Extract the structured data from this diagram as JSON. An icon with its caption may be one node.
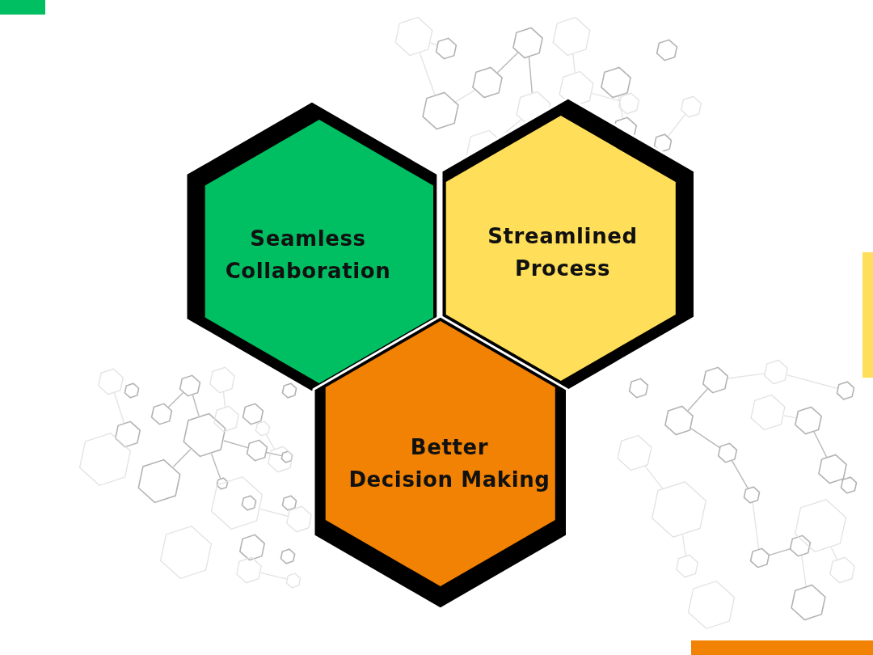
{
  "diagram": {
    "nodes": [
      {
        "text": [
          "Seamless Collaboration"
        ]
      },
      {
        "text": [
          "Streamlined Process"
        ]
      },
      {
        "text": [
          "Better Decision Making"
        ]
      }
    ]
  }
}
